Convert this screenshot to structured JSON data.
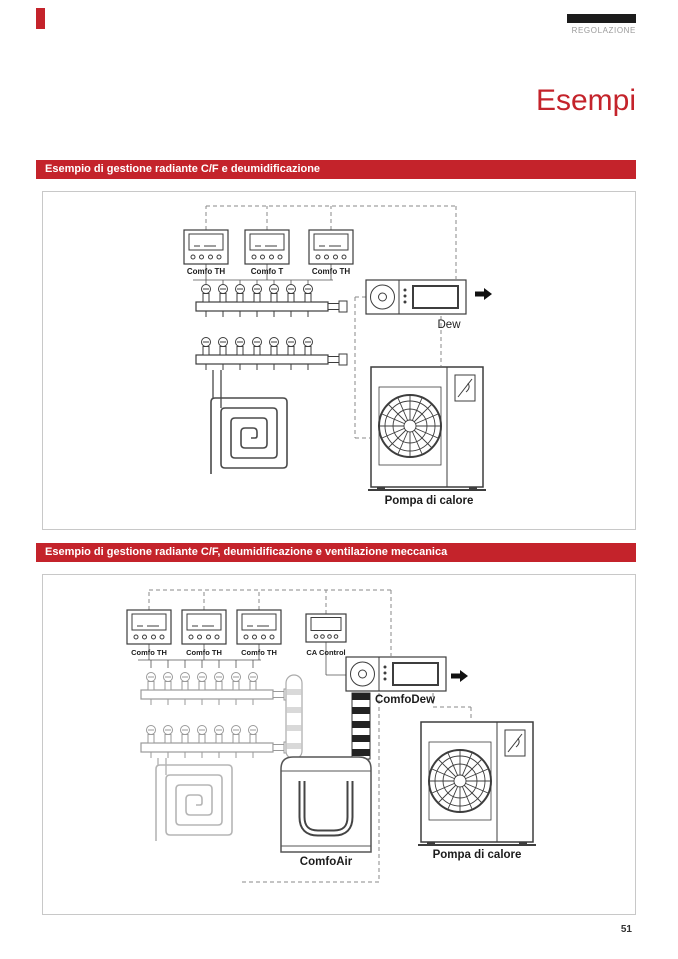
{
  "page": {
    "section_tag": "REGOLAZIONE",
    "title": "Esempi",
    "page_number": "51"
  },
  "diagram1": {
    "banner": "Esempio di gestione radiante C/F e deumidificazione",
    "labels": {
      "thermostat1": "Comfo TH",
      "thermostat2": "Comfo T",
      "thermostat3": "Comfo TH",
      "dew_unit": "Dew",
      "heat_pump": "Pompa di calore"
    }
  },
  "diagram2": {
    "banner": "Esempio di gestione radiante C/F, deumidificazione e ventilazione meccanica",
    "labels": {
      "thermostat1": "Comfo TH",
      "thermostat2": "Comfo TH",
      "thermostat3": "Comfo TH",
      "ca_control": "CA Control",
      "comfodew": "ComfoDew",
      "comfoair": "ComfoAir",
      "heat_pump": "Pompa di calore"
    }
  },
  "colors": {
    "accent_red": "#c4232b",
    "bar_dark": "#1c1c1c"
  }
}
